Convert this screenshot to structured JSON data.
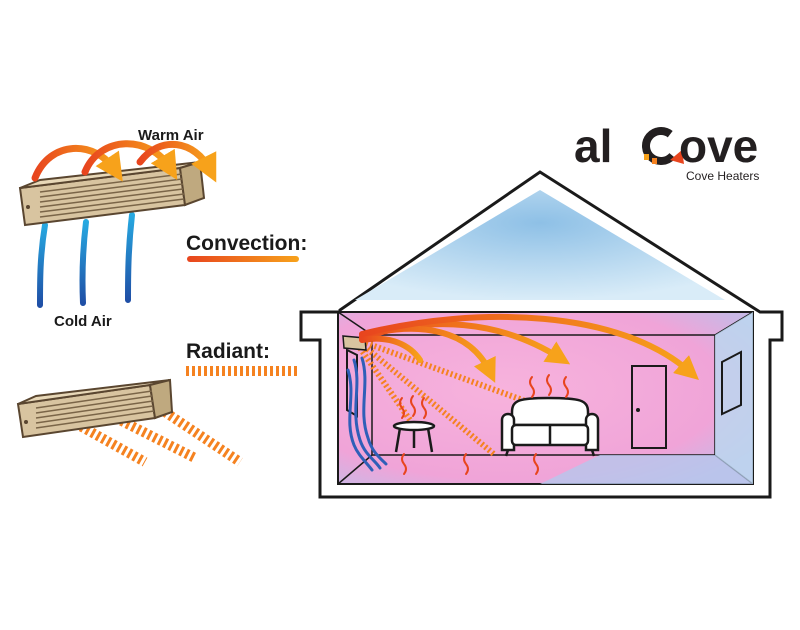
{
  "labels": {
    "warm_air": "Warm Air",
    "cold_air": "Cold Air",
    "convection": "Convection:",
    "radiant": "Radiant:"
  },
  "logo": {
    "text_al": "al",
    "text_c": "C",
    "text_ove": "ove",
    "tagline": "Cove Heaters"
  },
  "colors": {
    "warm": "#f58220",
    "warm_dark": "#e8451e",
    "cold": "#1f63b7",
    "heater": "#d8c4a0",
    "pink": "#f3a6d6",
    "blue": "#9cc8e8"
  },
  "icons": [
    "heater-icon",
    "warm-air-arrow-icon",
    "cold-air-icon",
    "radiant-stripes-icon",
    "house-icon",
    "sofa-icon",
    "table-icon",
    "door-icon",
    "window-icon"
  ]
}
